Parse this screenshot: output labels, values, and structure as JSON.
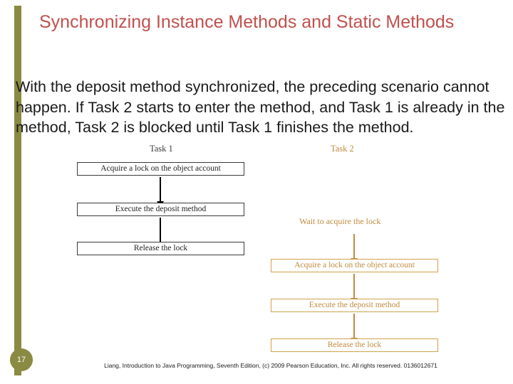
{
  "slide": {
    "title": "Synchronizing Instance Methods and Static Methods",
    "body": "With the deposit method synchronized, the preceding scenario cannot happen. If Task 2 starts to enter the method, and Task 1 is already in the method, Task 2 is blocked until Task 1 finishes the method.",
    "page_number": "17",
    "footer": "Liang, Introduction to Java Programming, Seventh Edition, (c) 2009 Pearson Education, Inc. All rights reserved. 0136012671",
    "accent_color": "#8a8a42",
    "title_color": "#c0504d",
    "task2_color": "#c08a3e"
  },
  "diagram": {
    "lanes": [
      {
        "label": "Task 1"
      },
      {
        "label": "Task 2"
      }
    ],
    "task1_steps": [
      "Acquire a lock on the object account",
      "Execute the deposit method",
      "Release the lock"
    ],
    "task2_steps": [
      "Acquire a lock on the object account",
      "Execute the deposit method",
      "Release the lock"
    ],
    "task2_note": "Wait to acquire the lock"
  }
}
